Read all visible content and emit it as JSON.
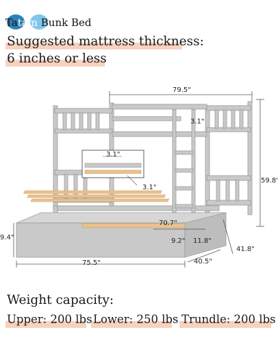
{
  "brand": {
    "logo_text_a": "Ta",
    "logo_text_ring": "tam",
    "logo_text_b": "Bunk Bed",
    "ring_color_1": "#2f82b5",
    "ring_color_2": "#7fc6ea"
  },
  "headline": {
    "line1": "Suggested mattress thickness:",
    "line2": "6 inches or less",
    "highlight_color": "#f6d2bf"
  },
  "dimensions": {
    "top_width": "79.5\"",
    "height": "59.8\"",
    "rail_gap_top": "3.1\"",
    "rail_gap_inset": "3.1\"",
    "rail_gap_lower": "3.1\"",
    "bed_length": "70.7\"",
    "trundle_height": "9.4\"",
    "trundle_length": "75.5\"",
    "depth": "41.8\"",
    "trundle_width": "40.5\"",
    "slat_gap": "9.2\"",
    "slat_width": "11.8\""
  },
  "weight": {
    "title": "Weight capacity:",
    "upper": "Upper: 200 lbs",
    "lower": "Lower: 250 lbs",
    "trundle": "Trundle: 200 lbs"
  },
  "colors": {
    "frame": "#c9c9c9",
    "frame_dark": "#9a9a9a",
    "slats": "#e9c28f"
  }
}
